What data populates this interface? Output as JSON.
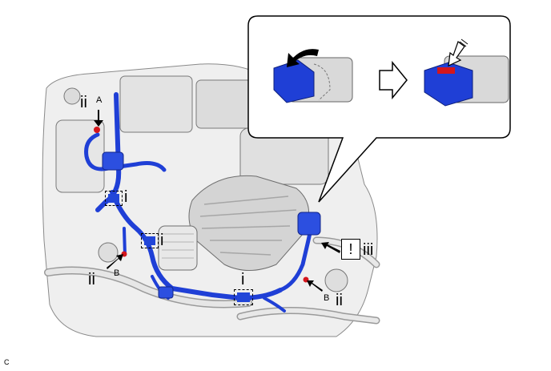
{
  "callouts": {
    "ii": "ii",
    "i": "i",
    "iii": "iii",
    "A": "A",
    "B": "B",
    "excl": "!"
  },
  "figure_code": "C",
  "colors": {
    "harness": "#1f3fd6",
    "marker": "#d4161c",
    "line": "#000000",
    "engine_light": "#e9e9e9",
    "engine_mid": "#cfcfcf",
    "engine_dark": "#9a9a9a"
  },
  "icons": [
    "down-arrow-icon",
    "right-arrow-icon",
    "press-arrow-icon",
    "curved-arrow-icon",
    "connector-clip-icon"
  ]
}
